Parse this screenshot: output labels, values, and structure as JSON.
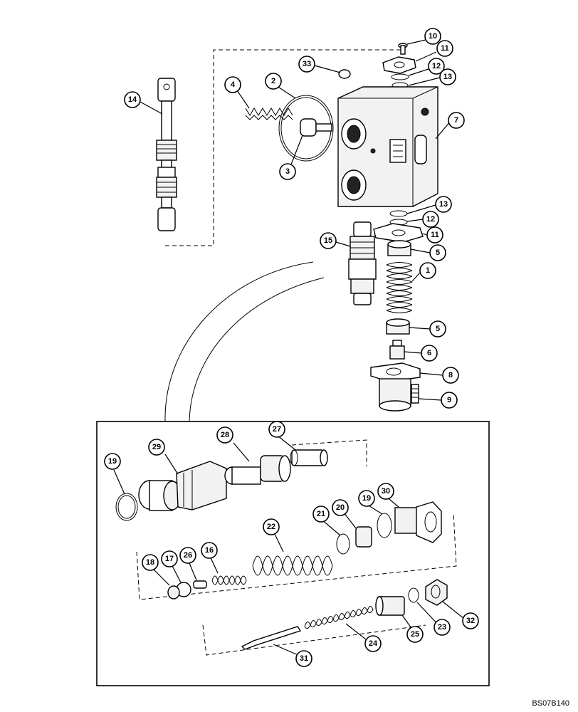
{
  "figure_code": "BS07B140",
  "callouts": [
    "10",
    "11",
    "33",
    "12",
    "13",
    "14",
    "4",
    "2",
    "7",
    "3",
    "13",
    "12",
    "11",
    "15",
    "5",
    "1",
    "5",
    "6",
    "8",
    "9",
    "19",
    "29",
    "28",
    "27",
    "30",
    "19",
    "20",
    "21",
    "22",
    "16",
    "26",
    "17",
    "18",
    "23",
    "32",
    "25",
    "24",
    "31"
  ]
}
